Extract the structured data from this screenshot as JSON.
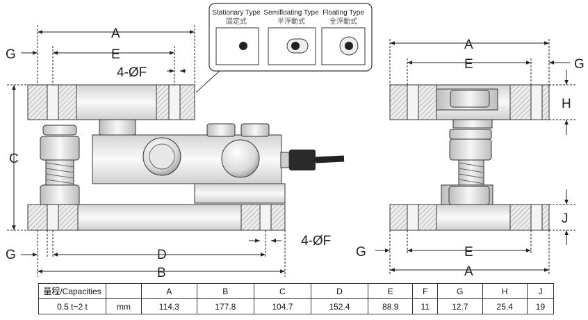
{
  "callout": {
    "stationary": {
      "title": "Stationary Type",
      "subtitle": "固定式"
    },
    "semifloating": {
      "title": "Semifloating Type",
      "subtitle": "半浮動式"
    },
    "floating": {
      "title": "Floating Type",
      "subtitle": "全浮動式"
    }
  },
  "labels": {
    "A": "A",
    "B": "B",
    "C": "C",
    "D": "D",
    "E": "E",
    "G": "G",
    "H": "H",
    "J": "J",
    "hole": "4-ØF"
  },
  "table": {
    "header": [
      "量程/Capacities",
      "",
      "A",
      "B",
      "C",
      "D",
      "E",
      "F",
      "G",
      "H",
      "J"
    ],
    "row": [
      "0.5 t~2 t",
      "mm",
      "114.3",
      "177.8",
      "104.7",
      "152.4",
      "88.9",
      "11",
      "12.7",
      "25.4",
      "19"
    ]
  }
}
